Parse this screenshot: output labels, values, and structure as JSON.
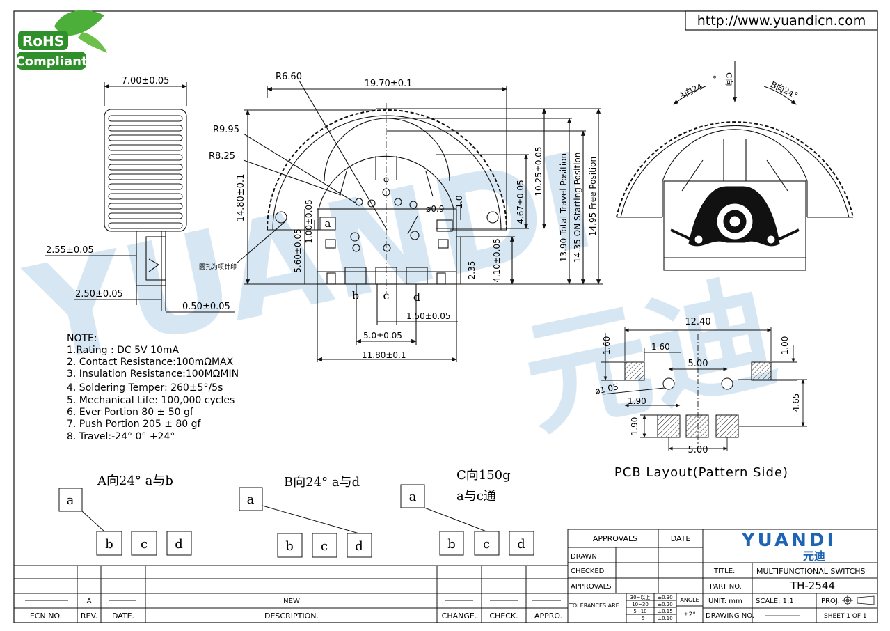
{
  "url": "http://www.yuandicn.com",
  "badge": {
    "top": "RoHS",
    "bottom": "Compliant"
  },
  "watermark": {
    "latin": "YUANDI",
    "cjk": "元迪"
  },
  "side_view": {
    "width": "7.00±0.05",
    "dim_left": "2.55±0.05",
    "dim_base": "2.50±0.05",
    "dim_pin": "0.50±0.05"
  },
  "front_view": {
    "r1": "R6.60",
    "r2": "R9.95",
    "r3": "R8.25",
    "width_top": "19.70±0.1",
    "height_total": "14.80±0.1",
    "v1": "1.00±0.05",
    "v2": "5.60±0.05",
    "hole": "ø0.9",
    "v_10": "1.0",
    "d467": "4.67±0.05",
    "d1025": "10.25±0.05",
    "d235": "2.35",
    "d410": "4.10±0.05",
    "d150": "1.50±0.05",
    "d50": "5.0±0.05",
    "d1180": "11.80±0.1",
    "pos1": "13.90 Total Travel Position",
    "pos2": "14.35 ON Starting Position",
    "pos3": "14.95 Free Position",
    "pin_a": "a",
    "pin_b": "b",
    "pin_c": "c",
    "pin_d": "d",
    "note_cn": "圆孔为项针印"
  },
  "direction": {
    "a": "A向24",
    "deg": "°",
    "c": "C向",
    "b": "B向24°"
  },
  "notes": {
    "title": "NOTE:",
    "items": [
      "1.Rating : DC 5V 10mA",
      "2. Contact Resistance:100mΩMAX",
      "3. Insulation Resistance:100MΩMIN",
      "4. Soldering Temper: 260±5°/5s",
      "5. Mechanical Life: 100,000 cycles",
      "6. Ever Portion 80 ± 50 gf",
      "7. Push Portion 205 ± 80 gf",
      "8. Travel:-24° 0° +24°"
    ]
  },
  "pcb": {
    "w1240": "12.40",
    "d160v": "1.60",
    "d160h": "1.60",
    "d100": "1.00",
    "d500a": "5.00",
    "d105": "ø1.05",
    "d190h": "1.90",
    "d190v": "1.90",
    "d465": "4.65",
    "d500b": "5.00",
    "caption": "PCB Layout(Pattern Side)"
  },
  "schematics": [
    {
      "title": "A向24° a与b",
      "title2": "",
      "a": "a",
      "b": "b",
      "c": "c",
      "d": "d"
    },
    {
      "title": "B向24° a与d",
      "title2": "",
      "a": "a",
      "b": "b",
      "c": "c",
      "d": "d"
    },
    {
      "title": "C向150g",
      "title2": "a与c通",
      "a": "a",
      "b": "b",
      "c": "c",
      "d": "d"
    }
  ],
  "title_block": {
    "approvals_hdr": "APPROVALS",
    "date_hdr": "DATE",
    "drawn": "DRAWN",
    "checked": "CHECKED",
    "approvals": "APPROVALS",
    "tolerances": "TOLERANCES ARE",
    "tol_ranges": [
      "30~以上",
      "10~30",
      "5~10",
      "~ 5"
    ],
    "tol_values": [
      "±0.30",
      "±0.20",
      "±0.15",
      "±0.10"
    ],
    "angle": "ANGLE",
    "angle_tol": "±2°",
    "logo_latin": "YUANDI",
    "logo_cjk": "元迪",
    "title_lbl": "TITLE:",
    "title_val": "MULTIFUNCTIONAL SWITCHS",
    "part_lbl": "PART NO.",
    "part_val": "TH-2544",
    "unit": "UNIT: mm",
    "scale": "SCALE:  1:1",
    "proj": "PROJ.",
    "drawing_no": "DRAWING NO.",
    "sheet": "SHEET  1  OF  1"
  },
  "revision": {
    "rev_letter": "A",
    "desc_val": "NEW",
    "ecn": "ECN  NO.",
    "rev": "REV.",
    "date": "DATE.",
    "description": "DESCRIPTION.",
    "change": "CHANGE.",
    "check": "CHECK.",
    "appro": "APPRO."
  }
}
